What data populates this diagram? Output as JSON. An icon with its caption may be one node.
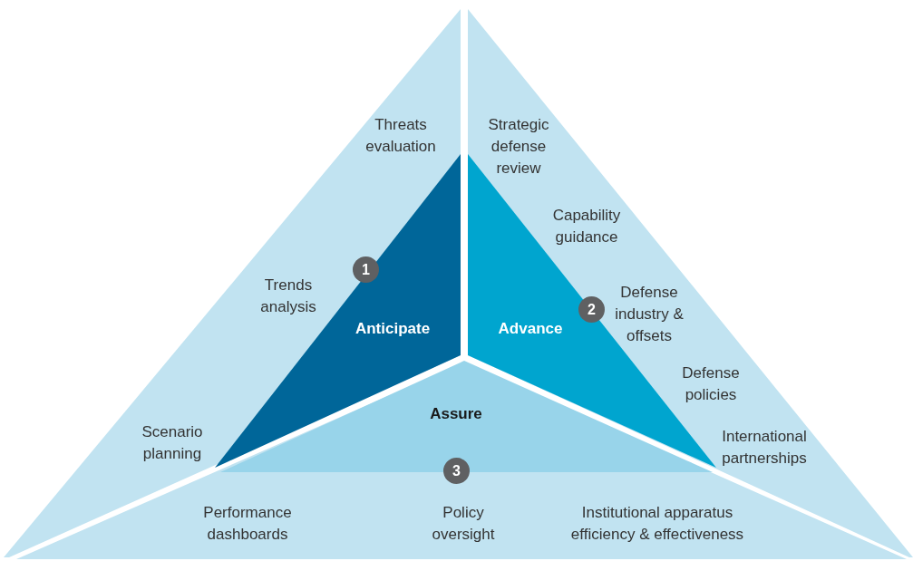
{
  "diagram": {
    "nodes": [
      {
        "text": [
          "Anticipate"
        ]
      },
      {
        "text": [
          "Advance"
        ]
      },
      {
        "text": [
          "Assure"
        ]
      },
      {
        "text": [
          "1"
        ]
      },
      {
        "text": [
          "2"
        ]
      },
      {
        "text": [
          "3"
        ]
      }
    ],
    "labels": [
      "Threats evaluation",
      "Strategic defense review",
      "Capability guidance",
      "Trends analysis",
      "Defense industry & offsets",
      "Defense policies",
      "Scenario planning",
      "International partnerships",
      "Performance dashboards",
      "Policy oversight",
      "Institutional apparatus efficiency & effectiveness"
    ]
  }
}
